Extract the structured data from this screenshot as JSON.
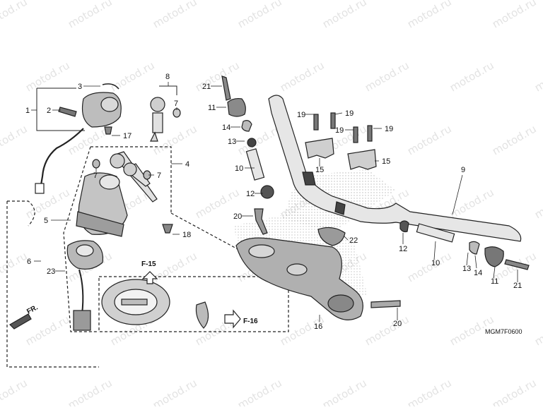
{
  "watermark": "motod.ru",
  "code": "MGM7F0600",
  "direction": "FR.",
  "refs": {
    "a": "F-15",
    "b": "F-16"
  },
  "parts": [
    "1",
    "2",
    "3",
    "4",
    "5",
    "6",
    "7",
    "8",
    "9",
    "10",
    "11",
    "12",
    "13",
    "14",
    "15",
    "16",
    "17",
    "18",
    "19",
    "20",
    "21",
    "22",
    "23"
  ]
}
